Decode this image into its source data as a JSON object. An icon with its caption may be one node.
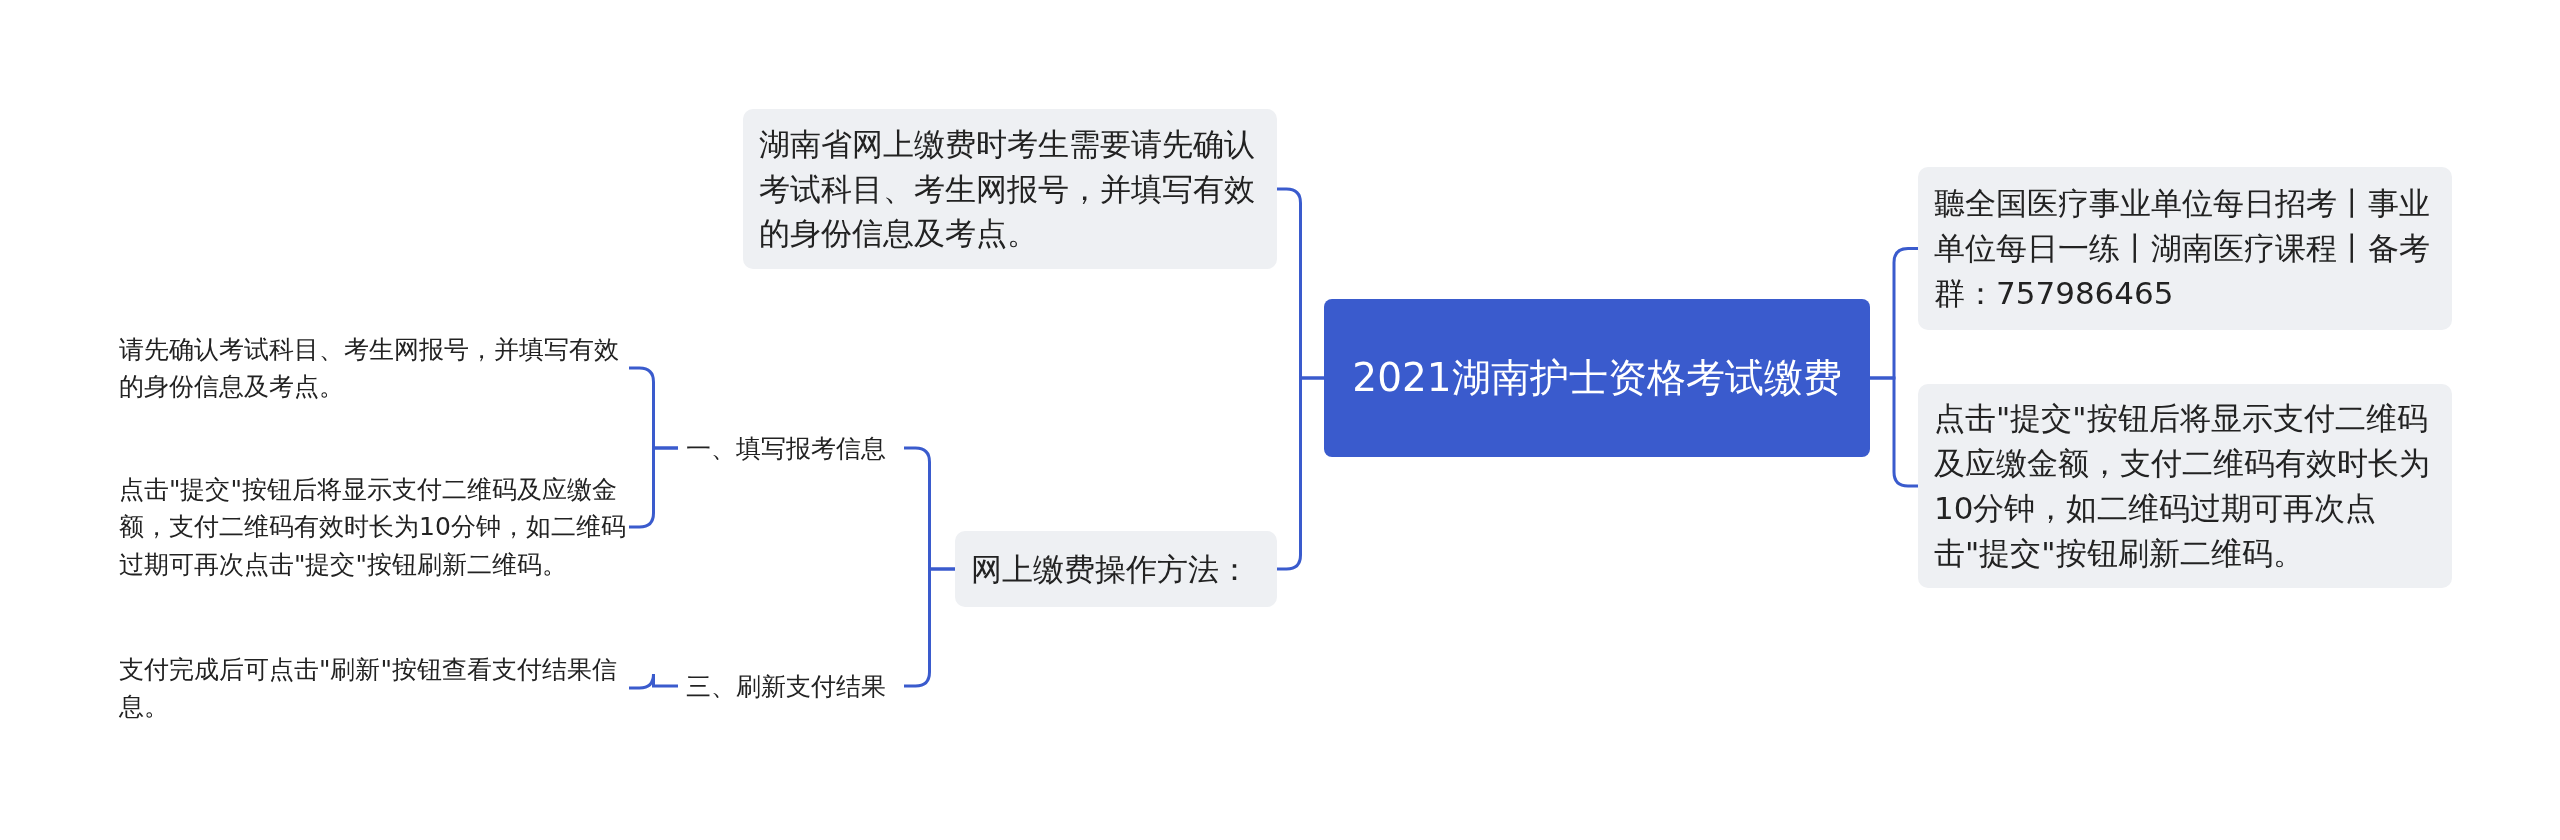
{
  "diagram": {
    "nodes": [
      {
        "text": [
          "2021湖南护士资格考试缴费"
        ]
      },
      {
        "text": [
          "湖南省网上缴费时考生需要请先确认考试科目、考生网报号，并填写有效的身份信息及考点。"
        ]
      },
      {
        "text": [
          "网上缴费操作方法："
        ]
      },
      {
        "text": [
          "一、填写报考信息"
        ]
      },
      {
        "text": [
          "三、刷新支付结果"
        ]
      },
      {
        "text": [
          "请先确认考试科目、考生网报号，并填写有效的身份信息及考点。"
        ]
      },
      {
        "text": [
          "点击\"提交\"按钮后将显示支付二维码及应缴金额，支付二维码有效时长为10分钟，如二维码过期可再次点击\"提交\"按钮刷新二维码。"
        ]
      },
      {
        "text": [
          "支付完成后可点击\"刷新\"按钮查看支付结果信息。"
        ]
      },
      {
        "text": [
          "聽全国医疗事业单位每日招考丨事业单位每日一练丨湖南医疗课程丨备考群：757986465"
        ]
      },
      {
        "text": [
          "点击\"提交\"按钮后将显示支付二维码及应缴金额，支付二维码有效时长为10分钟，如二维码过期可再次点击\"提交\"按钮刷新二维码。"
        ]
      }
    ],
    "edges": [
      {
        "from": 0,
        "to": 1,
        "arrow": "none"
      },
      {
        "from": 0,
        "to": 2,
        "arrow": "none"
      },
      {
        "from": 2,
        "to": 3,
        "arrow": "none"
      },
      {
        "from": 2,
        "to": 4,
        "arrow": "none"
      },
      {
        "from": 3,
        "to": 5,
        "arrow": "none"
      },
      {
        "from": 3,
        "to": 6,
        "arrow": "none"
      },
      {
        "from": 4,
        "to": 7,
        "arrow": "none"
      },
      {
        "from": 0,
        "to": 8,
        "arrow": "none"
      },
      {
        "from": 0,
        "to": 9,
        "arrow": "none"
      }
    ]
  }
}
